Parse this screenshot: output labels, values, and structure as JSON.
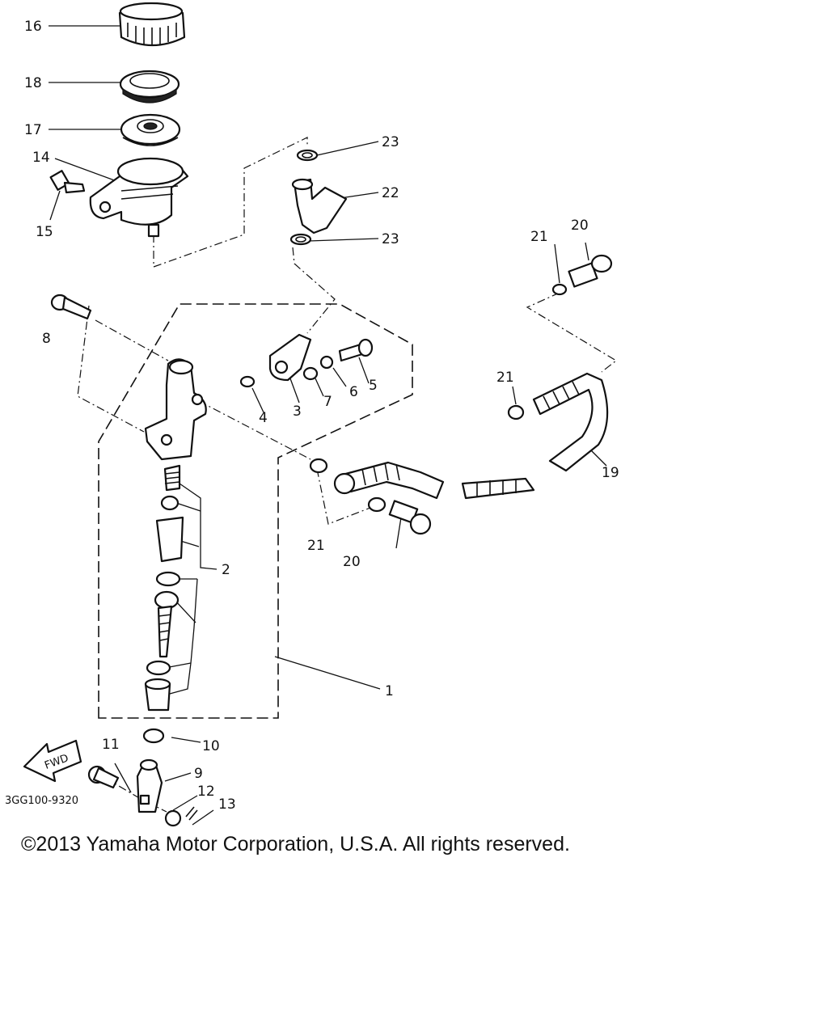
{
  "diagram": {
    "drawing_code": "3GG100-9320",
    "fwd_label": "FWD",
    "callouts": {
      "p1": "1",
      "p2": "2",
      "p3": "3",
      "p4": "4",
      "p5": "5",
      "p6": "6",
      "p7": "7",
      "p8": "8",
      "p9": "9",
      "p10": "10",
      "p11": "11",
      "p12": "12",
      "p13": "13",
      "p14": "14",
      "p15": "15",
      "p16": "16",
      "p17": "17",
      "p18": "18",
      "p19": "19",
      "p20a": "20",
      "p20b": "20",
      "p21a": "21",
      "p21b": "21",
      "p21c": "21",
      "p22": "22",
      "p23a": "23",
      "p23b": "23"
    }
  },
  "copyright": "©2013 Yamaha Motor Corporation, U.S.A. All rights reserved."
}
